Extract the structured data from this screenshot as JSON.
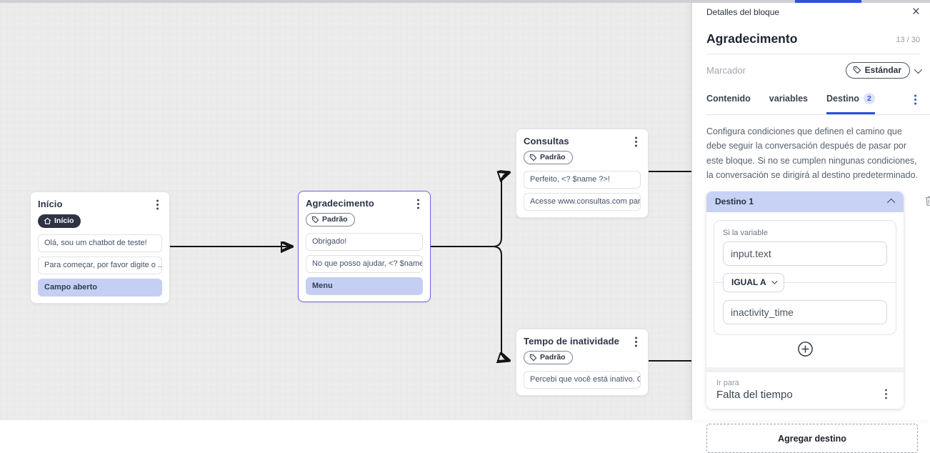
{
  "canvas": {
    "nodes": [
      {
        "title": "Início",
        "badge": "Início",
        "messages": [
          "Olá, sou um chatbot de teste!",
          "Para começar, por favor digite o ..."
        ],
        "highlighted": "Campo aberto"
      },
      {
        "title": "Agradecimento",
        "badge": "Padrão",
        "messages": [
          "Obrigado!",
          "No que posso ajudar, <? $name ..."
        ],
        "highlighted": "Menu"
      },
      {
        "title": "Consultas",
        "badge": "Padrão",
        "messages": [
          "Perfeito, <? $name ?>!",
          "Acesse www.consultas.com par..."
        ]
      },
      {
        "title": "Tempo de inatividade",
        "badge": "Padrão",
        "messages": [
          "Percebi que você está inativo. C..."
        ]
      }
    ]
  },
  "panel": {
    "header": {
      "title": "Detalles del bloque"
    },
    "block": {
      "name": "Agradecimento",
      "char_count": "13 / 30"
    },
    "marker": {
      "label": "Marcador",
      "selected": "Estándar"
    },
    "tabs": [
      {
        "label": "Contenido"
      },
      {
        "label": "variables"
      },
      {
        "label": "Destino",
        "badge": "2"
      }
    ],
    "description": "Configura condiciones que definen el camino que debe seguir la conversación después de pasar por este bloque. Si no se cumplen ningunas condiciones, la conversación se dirigirá al destino predeterminado.",
    "destination": {
      "header": "Destino 1",
      "condition": {
        "label": "Si la variable",
        "variable": "input.text",
        "operator": "IGUAL A",
        "value": "inactivity_time"
      },
      "go_to": {
        "label": "Ir para",
        "value": "Falta del tiempo"
      }
    },
    "add_destination_label": "Agregar destino"
  },
  "colors": {
    "accent_blue": "#2b50d8",
    "selected_node_border": "#6f62ee",
    "highlight_row": "#c5cff3",
    "destination_header": "#c7d2f5",
    "dark_badge": "#2f3344",
    "edge": "#141414"
  }
}
